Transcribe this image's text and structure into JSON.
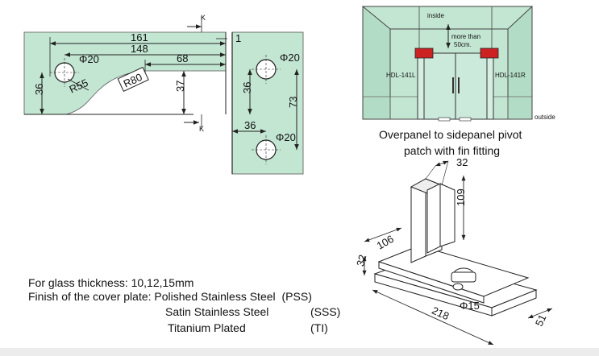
{
  "colors": {
    "glass": "#c3e6d3",
    "line": "#222222",
    "hinge": "#cc2222"
  },
  "top_view": {
    "dimensions": {
      "d161": "161",
      "d148": "148",
      "d68": "68",
      "d1": "1",
      "phi20_a": "Φ20",
      "phi20_b": "Φ20",
      "phi20_c": "Φ20",
      "r55": "R55",
      "r80": "R80",
      "v36_left": "36",
      "v37": "37",
      "v36_right": "36",
      "v73": "73",
      "h36": "36"
    },
    "section_marks": {
      "top": "K",
      "bottom": "K"
    }
  },
  "door_diagram": {
    "inside": "inside",
    "more_than_line1": "more than",
    "more_than_line2": "50cm.",
    "left_label": "HDL-141L",
    "right_label": "HDL-141R",
    "outside": "outside"
  },
  "caption": {
    "line1": "Overpanel to sidepanel pivot",
    "line2": "patch with fin fitting"
  },
  "iso_view": {
    "dimensions": {
      "d32_top": "32",
      "d109": "109",
      "d106": "106",
      "d32_side": "32",
      "d218": "218",
      "d51": "51",
      "phi15": "Φ15"
    }
  },
  "specs": {
    "glass_thickness": "For glass thickness: 10,12,15mm",
    "finish_label": "Finish of the cover plate: ",
    "finishes": [
      {
        "name": "Polished Stainless Steel",
        "code": "(PSS)"
      },
      {
        "name": "Satin Stainless Steel",
        "code": "(SSS)"
      },
      {
        "name": "Titanium Plated",
        "code": "(TI)"
      }
    ]
  }
}
